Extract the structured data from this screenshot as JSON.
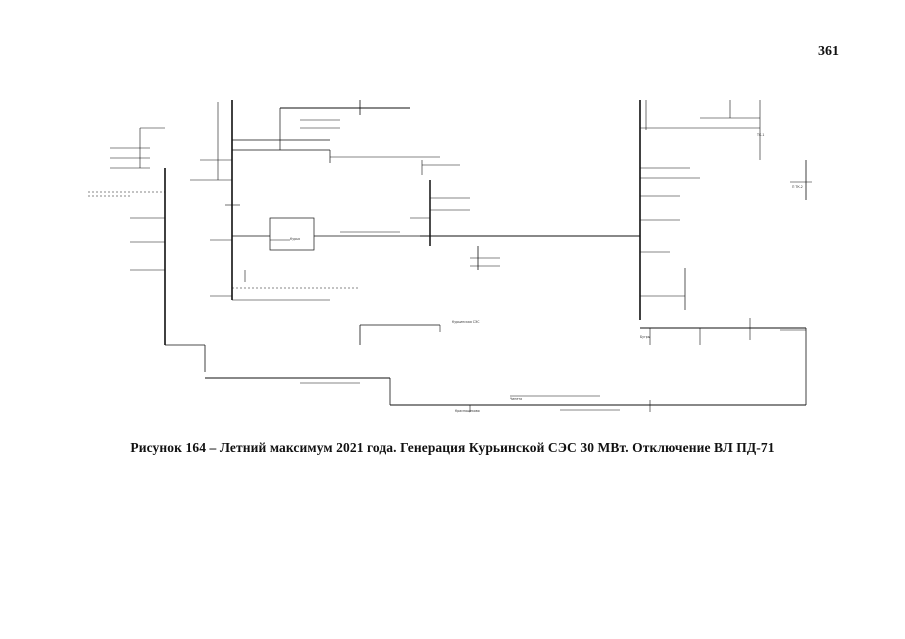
{
  "page_number": "361",
  "figure_caption": "Рисунок 164 – Летний максимум 2021 года. Генерация Курьинской СЭС 30 МВт. Отключение ВЛ ПД-71",
  "diagram_labels": {
    "kurya_ses": "Курьинская СЭС",
    "kurya": "Курья",
    "bugry": "Бугры",
    "krasnoshch": "Краснощеково",
    "chinet": "Чинета",
    "tk1": "ТК-1",
    "tk2": "П ТК-2"
  }
}
